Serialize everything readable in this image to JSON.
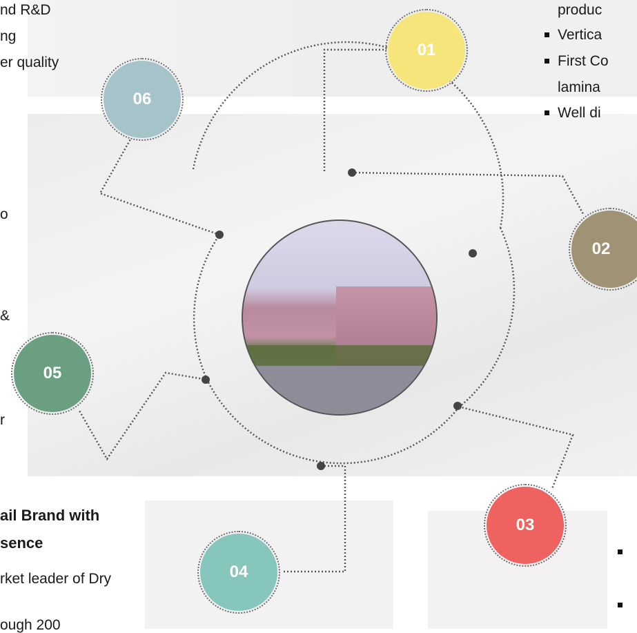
{
  "top_left_text": [
    "nd R&D",
    "ng",
    "er quality"
  ],
  "top_right_text": [
    "produc",
    "Vertica",
    "First Co",
    "lamina",
    "Well di"
  ],
  "left_fragments": [
    "o",
    "&",
    "r"
  ],
  "bottom_left": {
    "heading_line1": "ail Brand with",
    "heading_line2": "sence",
    "body_line1": "rket leader of Dry",
    "body_line2": "ough 200"
  },
  "nodes": [
    {
      "label": "01",
      "color": "#f6e57a"
    },
    {
      "label": "02",
      "color": "#a09274"
    },
    {
      "label": "03",
      "color": "#ee6360"
    },
    {
      "label": "04",
      "color": "#86c6bd"
    },
    {
      "label": "05",
      "color": "#6b9f81"
    },
    {
      "label": "06",
      "color": "#a5c3c9"
    }
  ]
}
